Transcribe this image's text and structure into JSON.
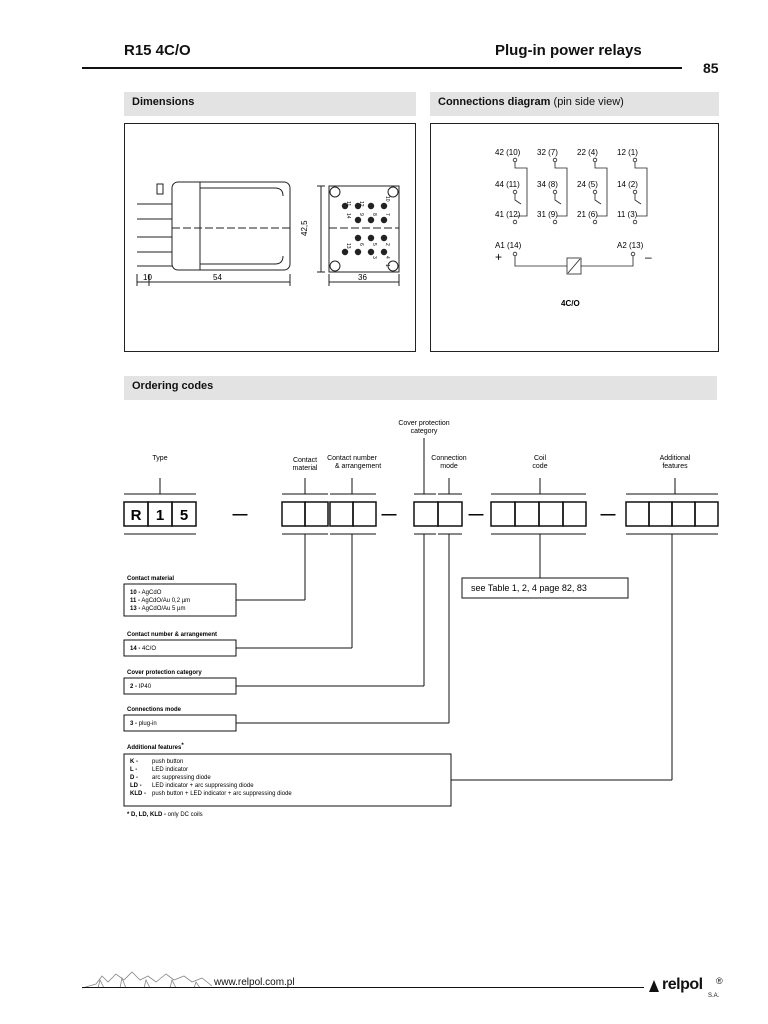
{
  "header": {
    "left_title": "R15 4C/O",
    "right_title": "Plug-in power relays",
    "page_number": "85"
  },
  "dimensions": {
    "title": "Dimensions",
    "dim_10": "10",
    "dim_54": "54",
    "dim_42_5": "42,5",
    "dim_36": "36",
    "pin_labels_top": [
      "11",
      "12",
      "9",
      "8",
      "10",
      "7",
      "14"
    ],
    "pin_labels_bottom": [
      "13",
      "6",
      "5",
      "3",
      "2",
      "4",
      "1"
    ]
  },
  "connections": {
    "title_bold": "Connections diagram",
    "title_rest": " (pin side view)",
    "row1": [
      "42 (10)",
      "32 (7)",
      "22 (4)",
      "12 (1)"
    ],
    "row2": [
      "44 (11)",
      "34 (8)",
      "24 (5)",
      "14 (2)"
    ],
    "row3": [
      "41 (12)",
      "31 (9)",
      "21 (6)",
      "11 (3)"
    ],
    "a1": "A1 (14)",
    "a2": "A2 (13)",
    "plus": "+",
    "minus": "–",
    "caption": "4C/O"
  },
  "ordering": {
    "title": "Ordering codes",
    "type_label": "Type",
    "contact_material_label": [
      "Contact",
      "material"
    ],
    "contact_number_label": [
      "Contact number",
      "& arrangement"
    ],
    "cover_label": [
      "Cover protection",
      "category"
    ],
    "connection_label": [
      "Connection",
      "mode"
    ],
    "coil_label": [
      "Coil",
      "code"
    ],
    "additional_label": [
      "Additional",
      "features"
    ],
    "code_chars": [
      "R",
      "1",
      "5"
    ],
    "dash": "—",
    "see_table": "see Table 1, 2, 4  page 82, 83",
    "contact_material": {
      "heading": "Contact material",
      "items": [
        {
          "code": "10 -",
          "text": " AgCdO"
        },
        {
          "code": "11 -",
          "text": " AgCdO/Au 0,2 µm"
        },
        {
          "code": "13 -",
          "text": " AgCdO/Au 5 µm"
        }
      ]
    },
    "contact_number": {
      "heading": "Contact number & arrangement",
      "code": "14 -",
      "text": " 4C/O"
    },
    "cover": {
      "heading": "Cover protection category",
      "code": "2 -",
      "text": " IP40"
    },
    "connections_mode": {
      "heading": "Connections mode",
      "code": "3 -",
      "text": " plug-in"
    },
    "additional": {
      "heading": "Additional features",
      "heading_mark": "*",
      "items": [
        {
          "code": "K -",
          "text": "push button"
        },
        {
          "code": "L -",
          "text": "LED indicator"
        },
        {
          "code": "D -",
          "text": "arc suppressing diode"
        },
        {
          "code": "LD -",
          "text": "LED indicator + arc suppressing diode"
        },
        {
          "code": "KLD -",
          "text": "push button + LED indicator + arc suppressing diode"
        }
      ]
    },
    "footnote_bold": "* D, LD, KLD -",
    "footnote_rest": " only DC coils"
  },
  "footer": {
    "url": "www.relpol.com.pl",
    "brand": "relpol",
    "brand_suffix": "S.A.",
    "registered": "®"
  }
}
